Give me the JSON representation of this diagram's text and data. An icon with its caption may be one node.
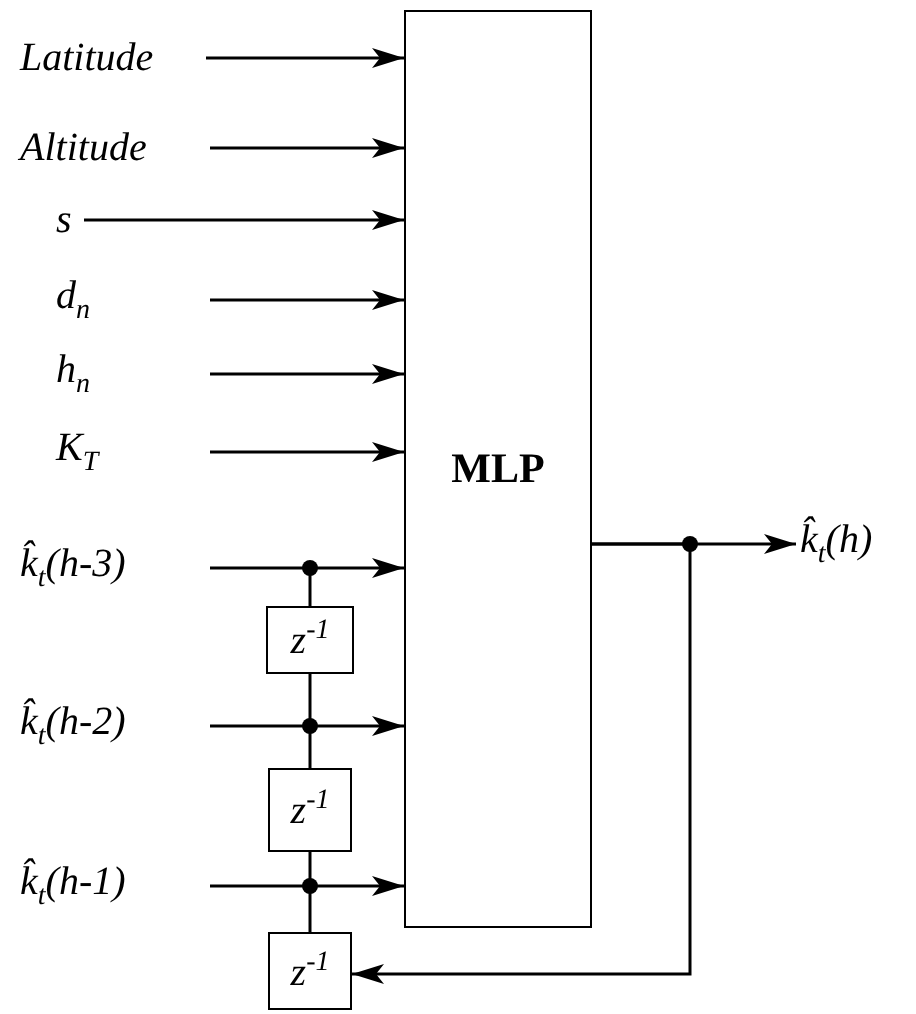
{
  "diagram": {
    "nodes": [
      {
        "text": [
          "Latitude"
        ]
      },
      {
        "text": [
          "Altitude"
        ]
      },
      {
        "text": [
          "s"
        ]
      },
      {
        "text": [
          "d$_{n}$"
        ]
      },
      {
        "text": [
          "h$_{n}$"
        ]
      },
      {
        "text": [
          "K$_{T}$"
        ]
      },
      {
        "text": [
          "k̂$_{t}$(h-3)"
        ]
      },
      {
        "text": [
          "k̂$_{t}$(h-2)"
        ]
      },
      {
        "text": [
          "k̂$_{t}$(h-1)"
        ]
      },
      {
        "text": [
          "MLP"
        ]
      },
      {
        "text": [
          "z$^{-1}$"
        ]
      },
      {
        "text": [
          "z$^{-1}$"
        ]
      },
      {
        "text": [
          "z$^{-1}$"
        ]
      },
      {
        "text": [
          "k̂$_{t}$(h)"
        ]
      }
    ],
    "edges": [
      {
        "from": 0,
        "to": 9,
        "arrow": "to"
      },
      {
        "from": 1,
        "to": 9,
        "arrow": "to"
      },
      {
        "from": 2,
        "to": 9,
        "arrow": "to"
      },
      {
        "from": 3,
        "to": 9,
        "arrow": "to"
      },
      {
        "from": 4,
        "to": 9,
        "arrow": "to"
      },
      {
        "from": 5,
        "to": 9,
        "arrow": "to"
      },
      {
        "from": 6,
        "to": 9,
        "arrow": "to"
      },
      {
        "from": 7,
        "to": 9,
        "arrow": "to"
      },
      {
        "from": 8,
        "to": 9,
        "arrow": "to"
      },
      {
        "from": 9,
        "to": 13,
        "arrow": "to"
      },
      {
        "from": 9,
        "to": 12,
        "arrow": "to"
      },
      {
        "from": 12,
        "to": 11,
        "arrow": "none"
      },
      {
        "from": 11,
        "to": 10,
        "arrow": "none"
      },
      {
        "from": 10,
        "to": null,
        "arrow": "other"
      }
    ]
  }
}
